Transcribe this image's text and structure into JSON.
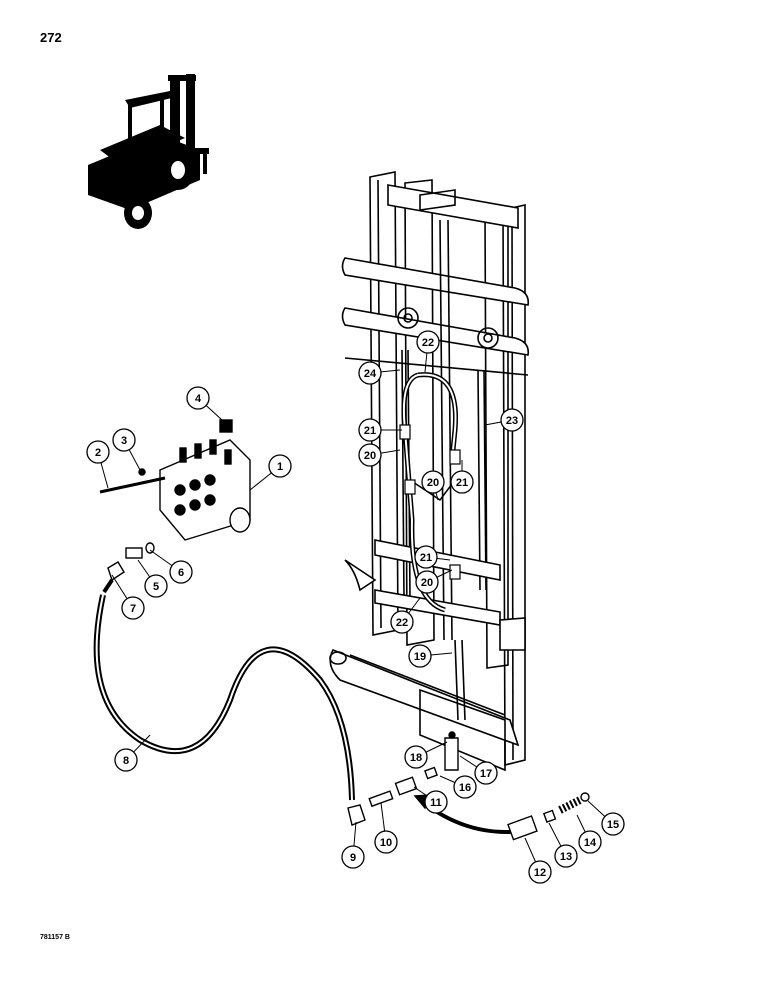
{
  "page_number": "272",
  "doc_code": "781157 B",
  "callouts": [
    {
      "label": "1"
    },
    {
      "label": "2"
    },
    {
      "label": "3"
    },
    {
      "label": "4"
    },
    {
      "label": "5"
    },
    {
      "label": "6"
    },
    {
      "label": "7"
    },
    {
      "label": "8"
    },
    {
      "label": "9"
    },
    {
      "label": "10"
    },
    {
      "label": "11"
    },
    {
      "label": "12"
    },
    {
      "label": "13"
    },
    {
      "label": "14"
    },
    {
      "label": "15"
    },
    {
      "label": "16"
    },
    {
      "label": "17"
    },
    {
      "label": "18"
    },
    {
      "label": "19"
    },
    {
      "label": "20"
    },
    {
      "label": "20"
    },
    {
      "label": "20"
    },
    {
      "label": "21"
    },
    {
      "label": "21"
    },
    {
      "label": "21"
    },
    {
      "label": "22"
    },
    {
      "label": "22"
    },
    {
      "label": "23"
    },
    {
      "label": "24"
    }
  ]
}
